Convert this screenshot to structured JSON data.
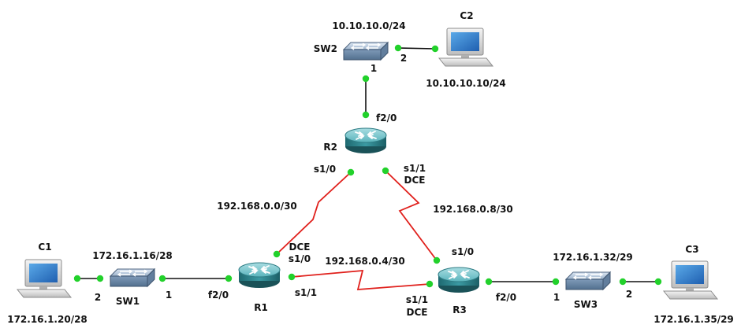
{
  "colors": {
    "ethernet": "#111111",
    "serial": "#e0201c",
    "port_dot": "#22d12b"
  },
  "devices": {
    "sw2": {
      "name": "SW2",
      "icon": "switch-icon"
    },
    "c2": {
      "name": "C2",
      "icon": "computer-icon"
    },
    "r2": {
      "name": "R2",
      "icon": "router-icon"
    },
    "r1": {
      "name": "R1",
      "icon": "router-icon"
    },
    "r3": {
      "name": "R3",
      "icon": "router-icon"
    },
    "sw1": {
      "name": "SW1",
      "icon": "switch-icon"
    },
    "sw3": {
      "name": "SW3",
      "icon": "switch-icon"
    },
    "c1": {
      "name": "C1",
      "icon": "computer-icon"
    },
    "c3": {
      "name": "C3",
      "icon": "computer-icon"
    }
  },
  "networks": {
    "sw2_lan": "10.10.10.0/24",
    "c2_ip": "10.10.10.10/24",
    "sw1_lan": "172.16.1.16/28",
    "c1_ip": "172.16.1.20/28",
    "sw3_lan": "172.16.1.32/29",
    "c3_ip": "172.16.1.35/29",
    "r1_r2": "192.168.0.0/30",
    "r2_r3": "192.168.0.8/30",
    "r1_r3": "192.168.0.4/30"
  },
  "ports": {
    "sw2_p1": "1",
    "sw2_p2": "2",
    "r2_f20": "f2/0",
    "r2_s10": "s1/0",
    "r2_s11": "s1/1",
    "r2_dce": "DCE",
    "r1_dce": "DCE",
    "r1_s10": "s1/0",
    "r1_s11": "s1/1",
    "r1_f20": "f2/0",
    "r3_s10": "s1/0",
    "r3_s11": "s1/1",
    "r3_dce": "DCE",
    "r3_f20": "f2/0",
    "sw1_p1": "1",
    "sw1_p2": "2",
    "sw3_p1": "1",
    "sw3_p2": "2"
  }
}
